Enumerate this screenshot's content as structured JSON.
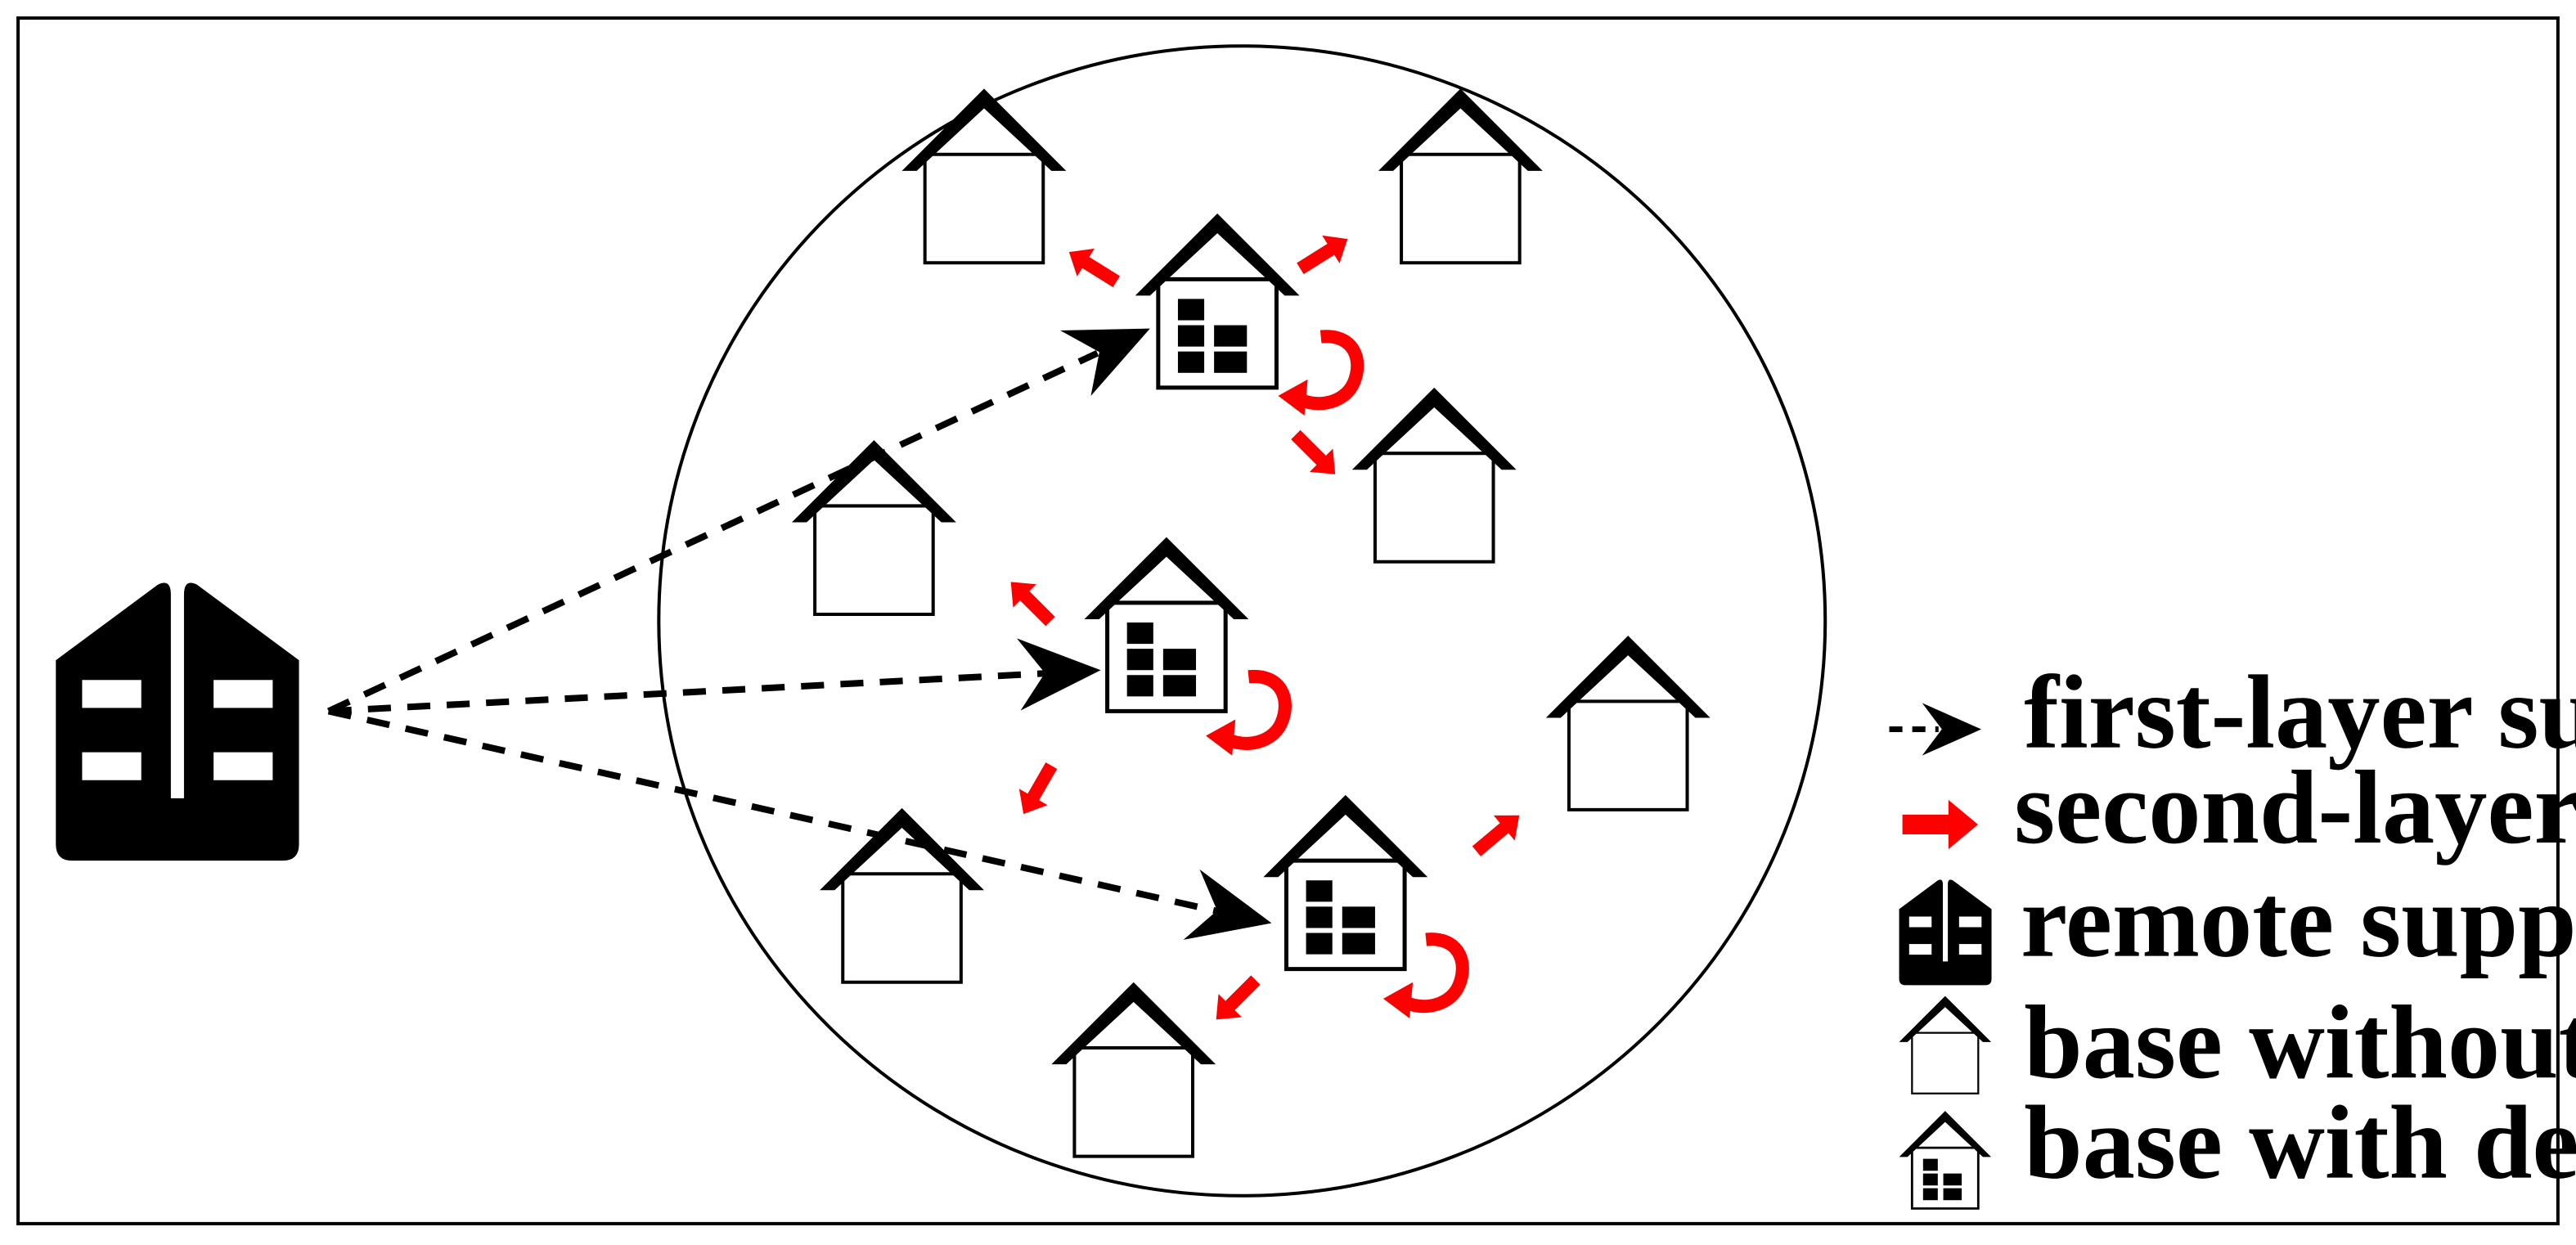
{
  "colors": {
    "first_layer": "#000000",
    "second_layer": "#ff0000",
    "outline": "#000000",
    "background": "#ffffff"
  },
  "icons": {
    "remote_supplier": "warehouse-icon",
    "base_without_depot": "house-icon",
    "base_with_depot": "house-depot-icon"
  },
  "legend": {
    "first_layer": "first-layer supply",
    "second_layer": "second-layer supply",
    "remote_supplier": "remote supplier",
    "base_without_depot": "base without depot",
    "base_with_depot": "base with depot"
  }
}
